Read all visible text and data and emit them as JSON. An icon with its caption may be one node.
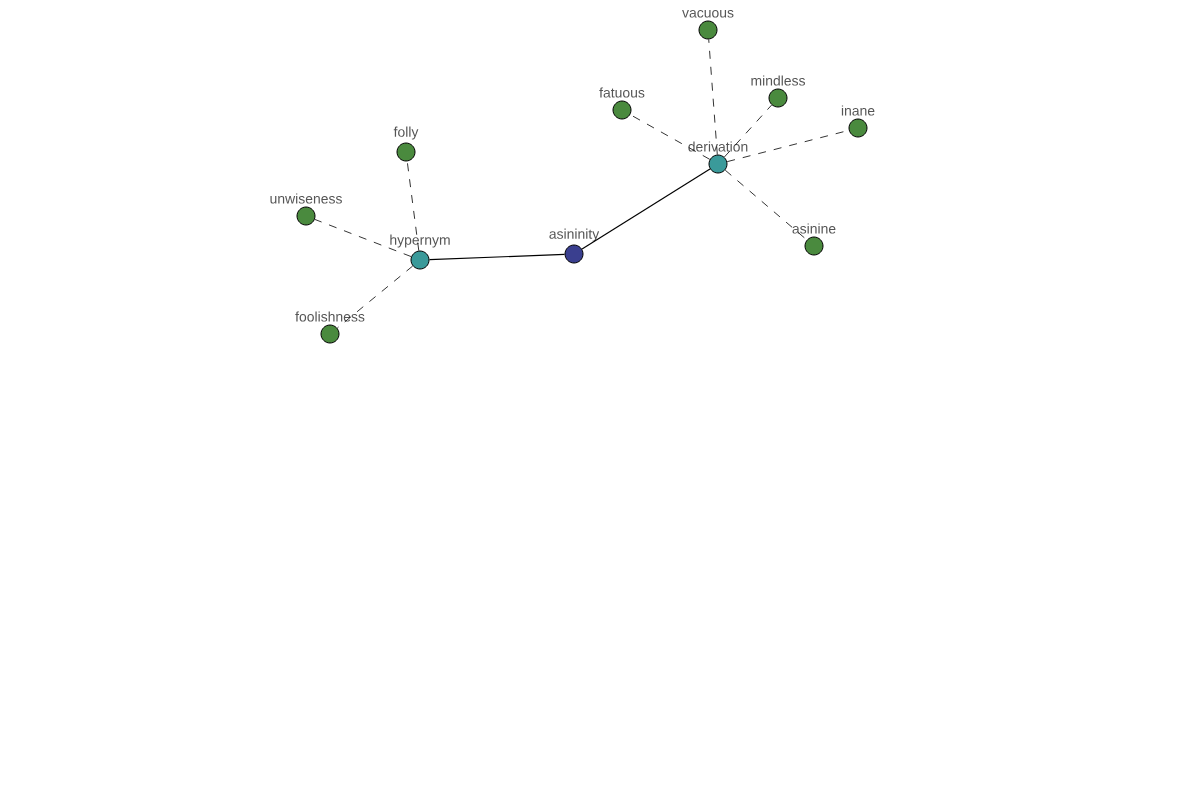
{
  "diagram": {
    "nodes": [
      {
        "text": [
          "asininity"
        ]
      },
      {
        "text": [
          "hypernym"
        ]
      },
      {
        "text": [
          "derivation"
        ]
      },
      {
        "text": [
          "folly"
        ]
      },
      {
        "text": [
          "unwiseness"
        ]
      },
      {
        "text": [
          "foolishness"
        ]
      },
      {
        "text": [
          "vacuous"
        ]
      },
      {
        "text": [
          "fatuous"
        ]
      },
      {
        "text": [
          "mindless"
        ]
      },
      {
        "text": [
          "inane"
        ]
      },
      {
        "text": [
          "asinine"
        ]
      }
    ],
    "edges": [
      {
        "from": 0,
        "to": 1,
        "arrow": "none"
      },
      {
        "from": 0,
        "to": 2,
        "arrow": "none"
      },
      {
        "from": 1,
        "to": 3,
        "arrow": "none",
        "style": "dashed"
      },
      {
        "from": 1,
        "to": 4,
        "arrow": "none",
        "style": "dashed"
      },
      {
        "from": 1,
        "to": 5,
        "arrow": "none",
        "style": "dashed"
      },
      {
        "from": 2,
        "to": 6,
        "arrow": "none",
        "style": "dashed"
      },
      {
        "from": 2,
        "to": 7,
        "arrow": "none",
        "style": "dashed"
      },
      {
        "from": 2,
        "to": 8,
        "arrow": "none",
        "style": "dashed"
      },
      {
        "from": 2,
        "to": 9,
        "arrow": "none",
        "style": "dashed"
      },
      {
        "from": 2,
        "to": 10,
        "arrow": "none",
        "style": "dashed"
      }
    ]
  }
}
